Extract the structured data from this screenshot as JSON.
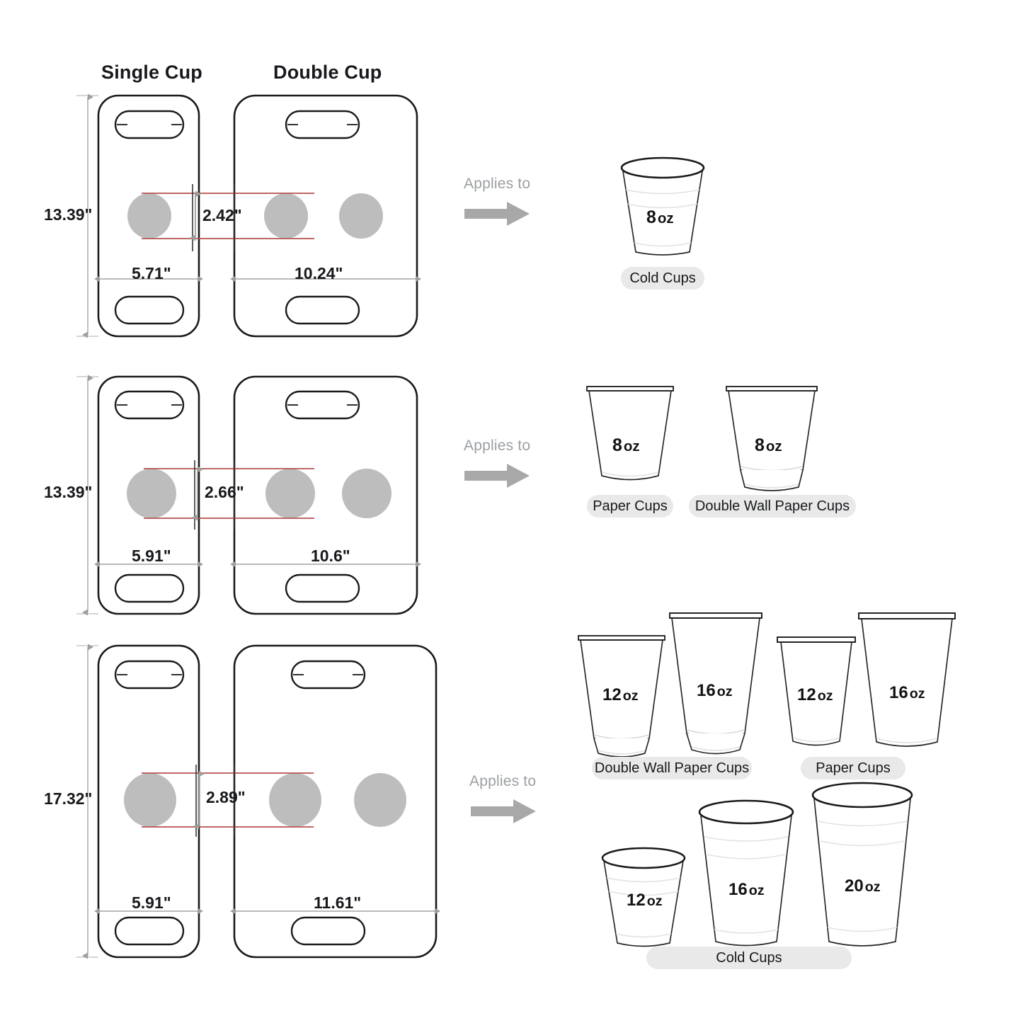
{
  "headers": {
    "single": "Single Cup",
    "double": "Double Cup"
  },
  "applies_label": "Applies to",
  "colors": {
    "outline": "#1a1a1a",
    "hole_fill": "#bdbdbd",
    "guide_red": "#b5534f",
    "dim_gray": "#9e9e9e",
    "pill_bg": "#e9e9e9",
    "applies_gray": "#9b9fa3"
  },
  "rows": [
    {
      "id": "row-1",
      "height": "13.39\"",
      "hole_diameter": "2.42\"",
      "single_width": "5.71\"",
      "double_width": "10.24\"",
      "applies_label": "Applies to",
      "cup_groups": [
        {
          "label": "Cold Cups",
          "cups": [
            {
              "size": "8",
              "unit": "oz",
              "type": "cold"
            }
          ]
        }
      ]
    },
    {
      "id": "row-2",
      "height": "13.39\"",
      "hole_diameter": "2.66\"",
      "single_width": "5.91\"",
      "double_width": "10.6\"",
      "applies_label": "Applies to",
      "cup_groups": [
        {
          "label": "Paper Cups",
          "cups": [
            {
              "size": "8",
              "unit": "oz",
              "type": "paper"
            }
          ]
        },
        {
          "label": "Double Wall Paper Cups",
          "cups": [
            {
              "size": "8",
              "unit": "oz",
              "type": "double-wall"
            }
          ]
        }
      ]
    },
    {
      "id": "row-3",
      "height": "17.32\"",
      "hole_diameter": "2.89\"",
      "single_width": "5.91\"",
      "double_width": "11.61\"",
      "applies_label": "Applies to",
      "cup_groups": [
        {
          "label": "Double Wall Paper Cups",
          "cups": [
            {
              "size": "12",
              "unit": "oz",
              "type": "double-wall"
            },
            {
              "size": "16",
              "unit": "oz",
              "type": "double-wall"
            }
          ]
        },
        {
          "label": "Paper Cups",
          "cups": [
            {
              "size": "12",
              "unit": "oz",
              "type": "paper"
            },
            {
              "size": "16",
              "unit": "oz",
              "type": "paper"
            }
          ]
        },
        {
          "label": "Cold Cups",
          "cups": [
            {
              "size": "12",
              "unit": "oz",
              "type": "cold"
            },
            {
              "size": "16",
              "unit": "oz",
              "type": "cold"
            },
            {
              "size": "20",
              "unit": "oz",
              "type": "cold"
            }
          ]
        }
      ]
    }
  ]
}
